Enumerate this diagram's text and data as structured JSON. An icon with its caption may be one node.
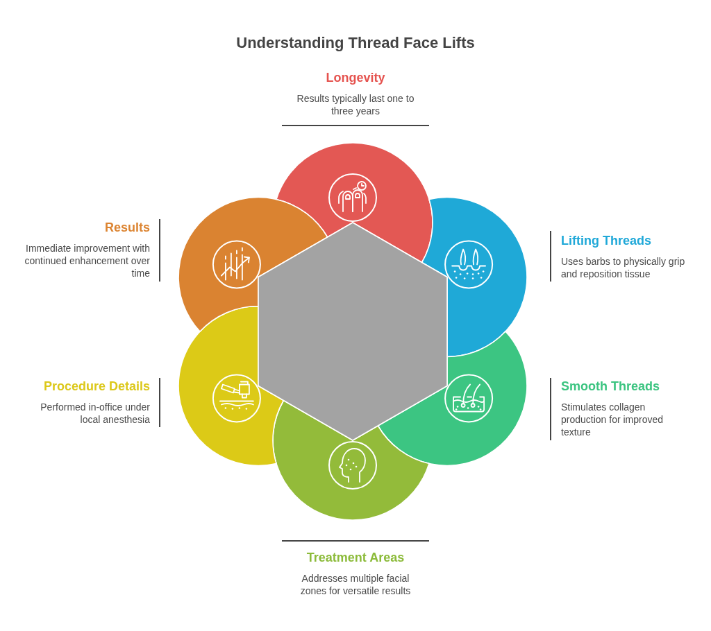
{
  "diagram": {
    "title": "Understanding Thread Face Lifts",
    "nodes": [
      {
        "text": [],
        "shape": "circle",
        "beside": [
          "Longevity",
          "Results typically last one to three years"
        ]
      },
      {
        "text": [],
        "shape": "circle",
        "beside": [
          "Lifting Threads",
          "Uses barbs to physically grip and reposition tissue"
        ]
      },
      {
        "text": [],
        "shape": "circle",
        "beside": [
          "Smooth Threads",
          "Stimulates collagen production for improved texture"
        ]
      },
      {
        "text": [],
        "shape": "circle",
        "beside": [
          "Treatment Areas",
          "Addresses multiple facial zones for versatile results"
        ]
      },
      {
        "text": [],
        "shape": "circle",
        "beside": [
          "Procedure Details",
          "Performed in-office under local anesthesia"
        ]
      },
      {
        "text": [],
        "shape": "circle",
        "beside": [
          "Results",
          "Immediate improvement with continued enhancement over time"
        ]
      },
      {
        "text": [],
        "shape": "hexagon"
      }
    ],
    "edges": []
  }
}
